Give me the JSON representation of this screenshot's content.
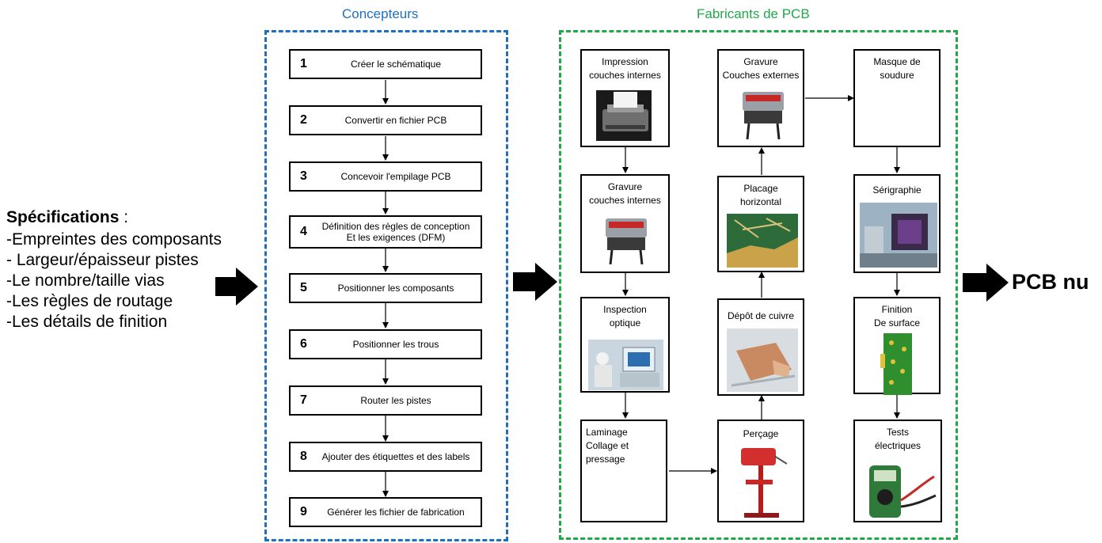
{
  "headers": {
    "designers": "Concepteurs",
    "manufacturers": "Fabricants de PCB"
  },
  "colors": {
    "designers_accent": "#1f6fbf",
    "manufacturers_accent": "#21a84a"
  },
  "specifications": {
    "title": "Spécifications",
    "colon": " :",
    "items": [
      "-Empreintes des composants",
      "- Largeur/épaisseur pistes",
      "-Le nombre/taille vias",
      "-Les règles de routage",
      "-Les détails de finition"
    ]
  },
  "design_steps": [
    {
      "num": "1",
      "label": "Créer le schématique"
    },
    {
      "num": "2",
      "label": "Convertir en fichier PCB"
    },
    {
      "num": "3",
      "label": "Concevoir l'empilage PCB"
    },
    {
      "num": "4",
      "label": "Définition des règles de conception\nEt les exigences (DFM)"
    },
    {
      "num": "5",
      "label": "Positionner les composants"
    },
    {
      "num": "6",
      "label": "Positionner les trous"
    },
    {
      "num": "7",
      "label": "Router les pistes"
    },
    {
      "num": "8",
      "label": "Ajouter des étiquettes et des labels"
    },
    {
      "num": "9",
      "label": "Générer les fichier de fabrication"
    }
  ],
  "process_steps": {
    "impression": {
      "label": "Impression\ncouches internes",
      "icon": "printer-icon"
    },
    "gravure_internes": {
      "label": "Gravure\ncouches internes",
      "icon": "laser-machine-icon"
    },
    "inspection": {
      "label": "Inspection\noptique",
      "icon": "inspection-station-icon"
    },
    "laminage": {
      "label": "Laminage\nCollage et pressage",
      "icon": ""
    },
    "percage": {
      "label": "Perçage",
      "icon": "drill-press-icon"
    },
    "depot": {
      "label": "Dépôt de cuivre",
      "icon": "copper-board-icon"
    },
    "placage": {
      "label": "Placage\nhorizontal",
      "icon": "pcb-closeup-icon"
    },
    "gravure_externes": {
      "label": "Gravure\nCouches externes",
      "icon": "laser-machine-icon"
    },
    "masque": {
      "label": "Masque de soudure",
      "icon": ""
    },
    "serigraphie": {
      "label": "Sérigraphie",
      "icon": "screen-printing-icon"
    },
    "finition": {
      "label": "Finition\nDe surface",
      "icon": "green-pcb-icon"
    },
    "tests": {
      "label": "Tests\nélectriques",
      "icon": "multimeter-icon"
    }
  },
  "output": "PCB nu"
}
